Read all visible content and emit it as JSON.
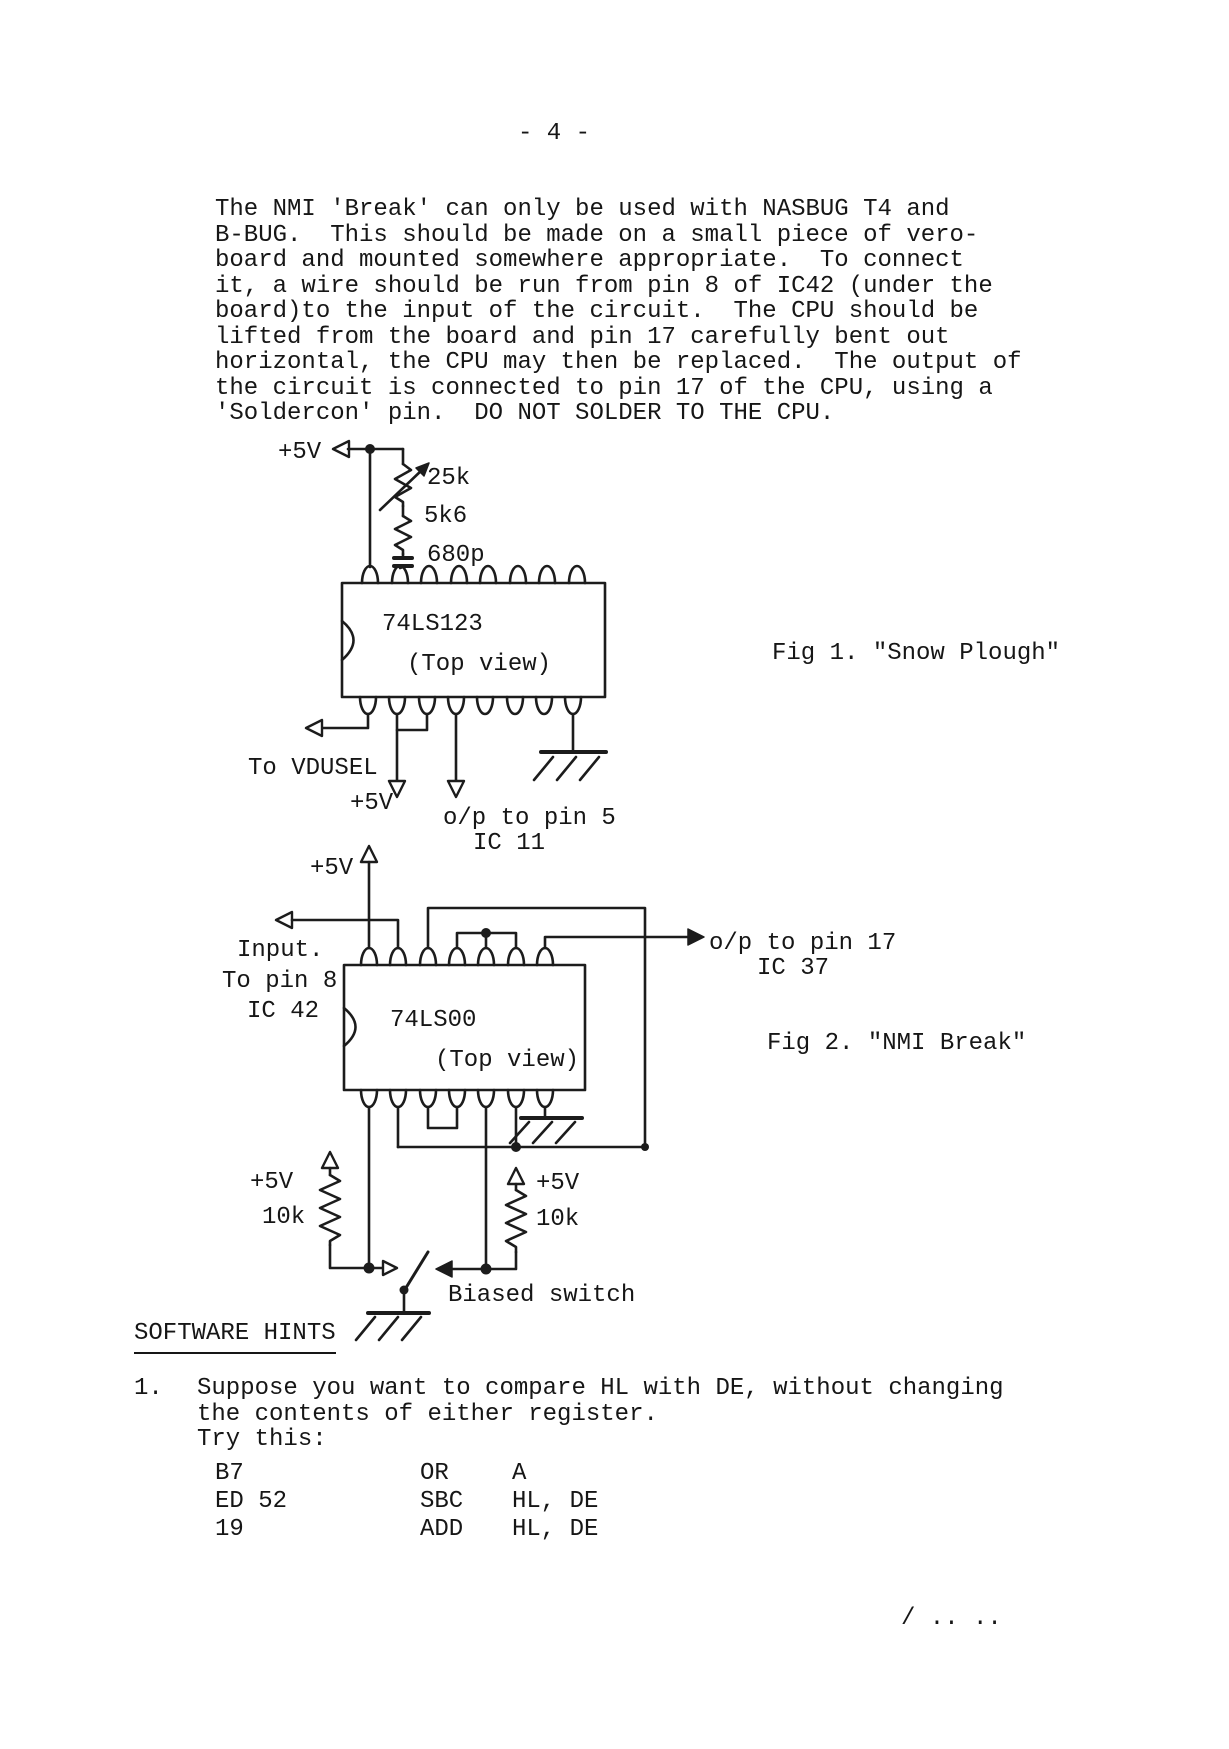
{
  "page": {
    "number_label": "- 4 -"
  },
  "intro": {
    "lines": [
      "The NMI 'Break' can only be used with NASBUG T4 and",
      "B-BUG.  This should be made on a small piece of vero-",
      "board and mounted somewhere appropriate.  To connect",
      "it, a wire should be run from pin 8 of IC42 (under the",
      "board)to the input of the circuit.  The CPU should be",
      "lifted from the board and pin 17 carefully bent out",
      "horizontal, the CPU may then be replaced.  The output of",
      "the circuit is connected to pin 17 of the CPU, using a",
      "'Soldercon' pin.  DO NOT SOLDER TO THE CPU."
    ]
  },
  "fig1": {
    "caption": "Fig 1. \"Snow Plough\"",
    "labels": {
      "p5v_top": "+5V",
      "r25k": "25k",
      "r5k6": "5k6",
      "c680p": "680p",
      "chip": "74LS123",
      "topview": "(Top view)",
      "to_vdusel": "To VDUSEL",
      "p5v_bottom": "+5V",
      "op_line1": "o/p to pin 5",
      "op_line2": "IC 11"
    }
  },
  "fig2": {
    "caption": "Fig 2. \"NMI Break\"",
    "labels": {
      "p5v_top": "+5V",
      "input1": "Input.",
      "input2": "To pin 8",
      "input3": "IC 42",
      "chip": "74LS00",
      "topview": "(Top view)",
      "op_line1": "o/p to pin 17",
      "op_line2": "IC 37",
      "p5v_left": "+5V",
      "r10k_left": "10k",
      "p5v_right": "+5V",
      "r10k_right": "10k",
      "biased_switch": "Biased switch"
    }
  },
  "software_hints": {
    "heading": "SOFTWARE HINTS",
    "item_number": "1.",
    "item_lines": [
      "Suppose you want to compare HL with DE, without changing",
      "the contents of either register.",
      "Try this:"
    ],
    "code": [
      {
        "bytes": "B7",
        "mnemonic": "OR",
        "operands": "A"
      },
      {
        "bytes": "ED 52",
        "mnemonic": "SBC",
        "operands": "HL, DE"
      },
      {
        "bytes": "19",
        "mnemonic": "ADD",
        "operands": "HL, DE"
      }
    ]
  },
  "footer": {
    "continuation": "/ .. .."
  }
}
